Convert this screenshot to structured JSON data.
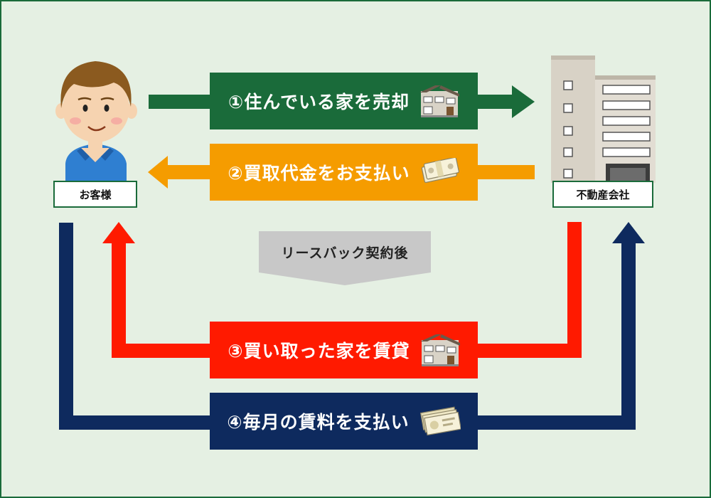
{
  "customer": {
    "label": "お客様"
  },
  "company": {
    "label": "不動産会社"
  },
  "steps": [
    {
      "label": "①住んでいる家を売却",
      "color": "#1a6b3a",
      "icon": "house-icon"
    },
    {
      "label": "②買取代金をお支払い",
      "color": "#f59c00",
      "icon": "money-bundle-icon"
    },
    {
      "label": "③買い取った家を賃貸",
      "color": "#ff1a00",
      "icon": "house-icon"
    },
    {
      "label": "④毎月の賃料を支払い",
      "color": "#0e2a5e",
      "icon": "banknotes-icon"
    }
  ],
  "banner": {
    "label": "リースバック契約後"
  },
  "colors": {
    "background": "#e5f0e3",
    "frame": "#1a6b3a",
    "banner": "#c8c8c8"
  }
}
